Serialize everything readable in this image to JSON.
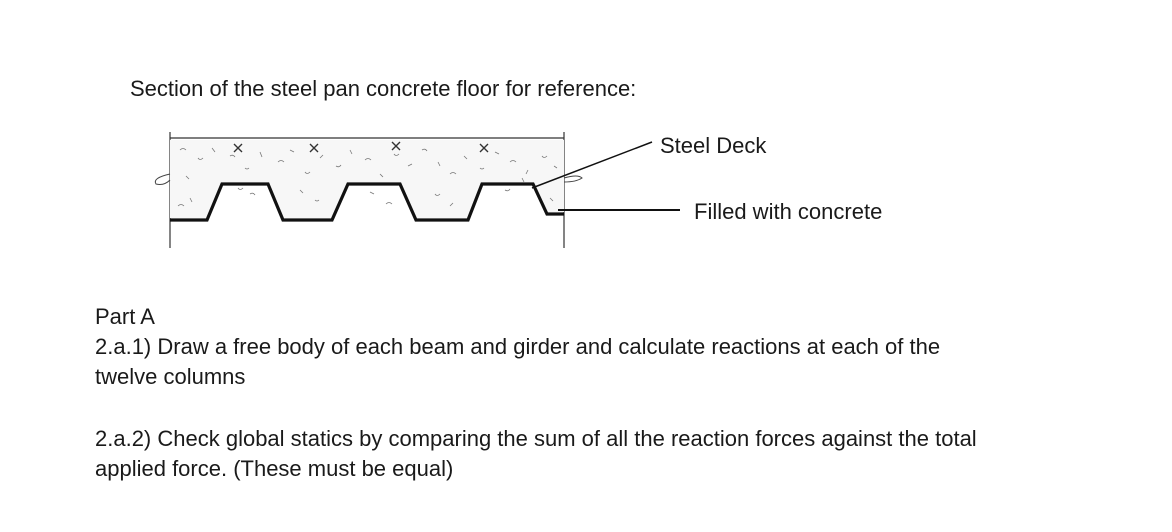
{
  "caption": "Section of the steel pan concrete floor for reference:",
  "figure": {
    "labels": {
      "steel_deck": "Steel Deck",
      "concrete": "Filled with concrete"
    }
  },
  "part": {
    "title": "Part A",
    "questions": [
      {
        "line1": "2.a.1) Draw a free body of each beam and girder and calculate reactions at each of the",
        "line2": "twelve columns"
      },
      {
        "line1": "2.a.2) Check global statics by comparing the sum of all the reaction forces against the total",
        "line2": "applied force. (These must be equal)"
      }
    ]
  }
}
